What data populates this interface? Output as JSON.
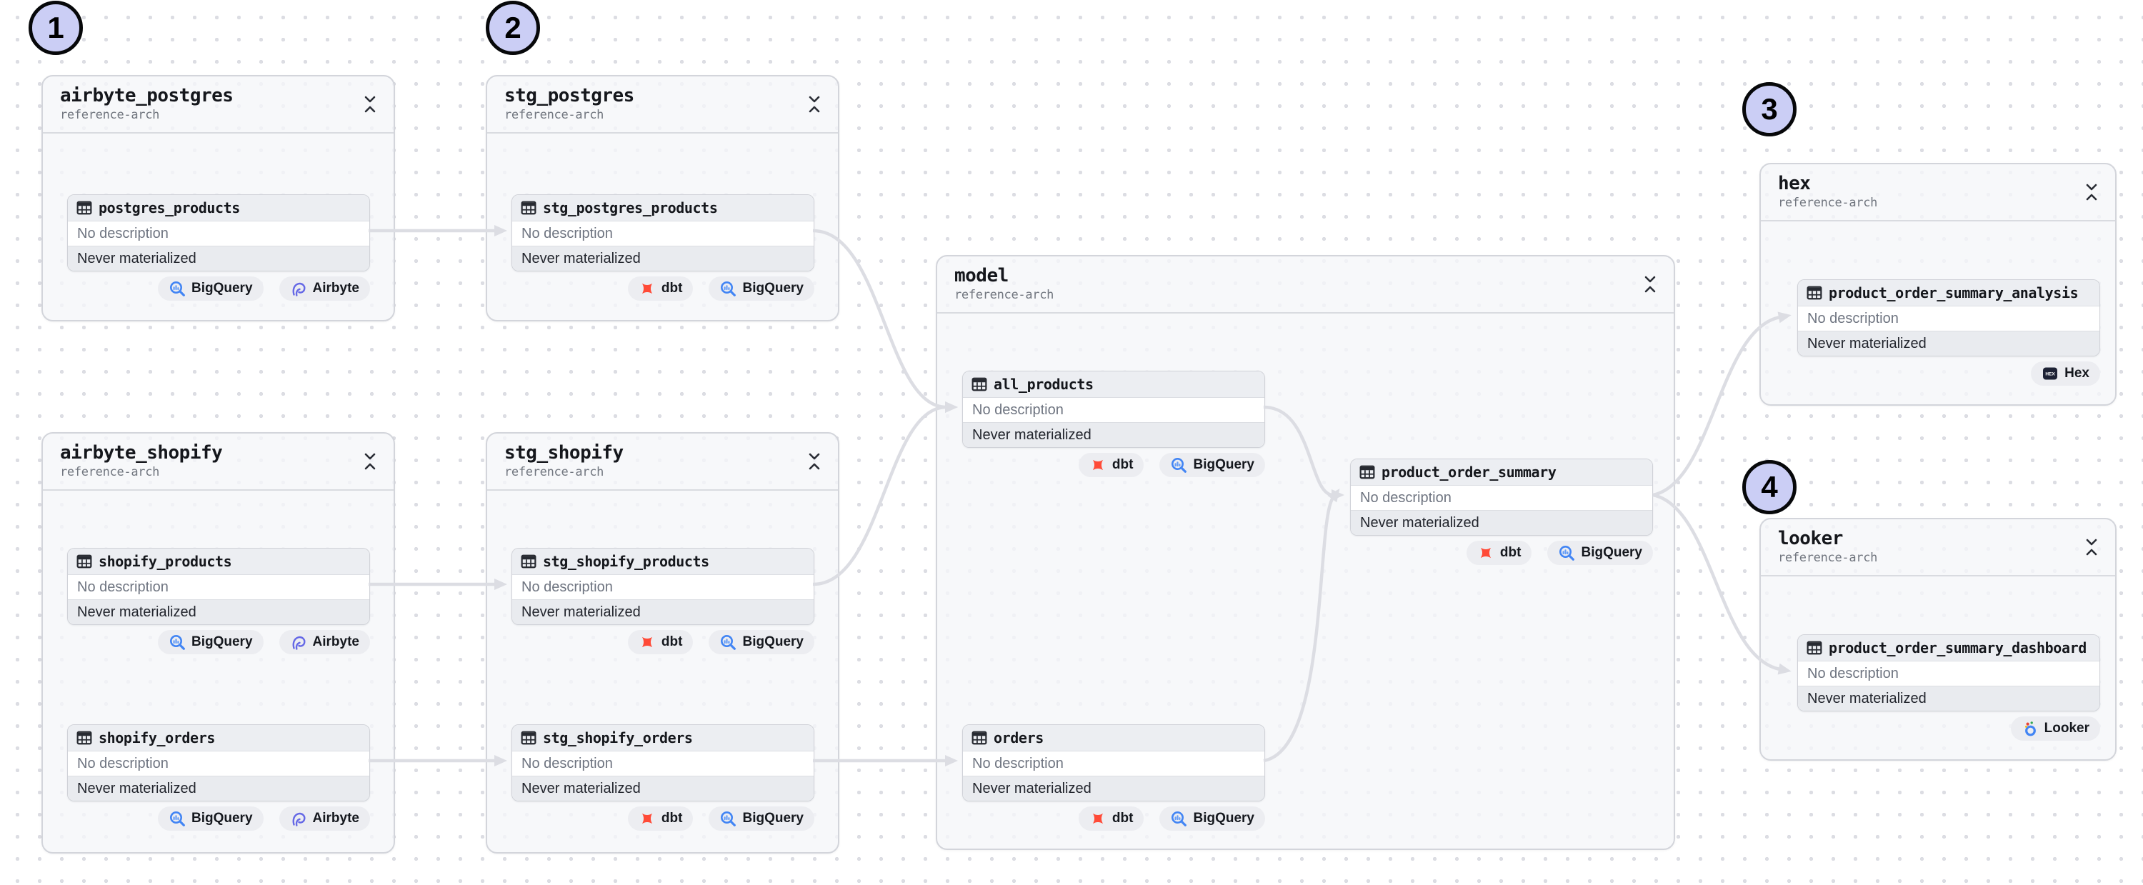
{
  "annotations": [
    {
      "label": "1"
    },
    {
      "label": "2"
    },
    {
      "label": "3"
    },
    {
      "label": "4"
    }
  ],
  "groups": [
    {
      "id": "airbyte_postgres",
      "title": "airbyte_postgres",
      "subtitle": "reference-arch",
      "assets": [
        {
          "name": "postgres_products",
          "description": "No description",
          "status": "Never materialized",
          "badges": [
            {
              "icon": "bigquery",
              "label": "BigQuery"
            },
            {
              "icon": "airbyte",
              "label": "Airbyte"
            }
          ]
        }
      ]
    },
    {
      "id": "stg_postgres",
      "title": "stg_postgres",
      "subtitle": "reference-arch",
      "assets": [
        {
          "name": "stg_postgres_products",
          "description": "No description",
          "status": "Never materialized",
          "badges": [
            {
              "icon": "dbt",
              "label": "dbt"
            },
            {
              "icon": "bigquery",
              "label": "BigQuery"
            }
          ]
        }
      ]
    },
    {
      "id": "airbyte_shopify",
      "title": "airbyte_shopify",
      "subtitle": "reference-arch",
      "assets": [
        {
          "name": "shopify_products",
          "description": "No description",
          "status": "Never materialized",
          "badges": [
            {
              "icon": "bigquery",
              "label": "BigQuery"
            },
            {
              "icon": "airbyte",
              "label": "Airbyte"
            }
          ]
        },
        {
          "name": "shopify_orders",
          "description": "No description",
          "status": "Never materialized",
          "badges": [
            {
              "icon": "bigquery",
              "label": "BigQuery"
            },
            {
              "icon": "airbyte",
              "label": "Airbyte"
            }
          ]
        }
      ]
    },
    {
      "id": "stg_shopify",
      "title": "stg_shopify",
      "subtitle": "reference-arch",
      "assets": [
        {
          "name": "stg_shopify_products",
          "description": "No description",
          "status": "Never materialized",
          "badges": [
            {
              "icon": "dbt",
              "label": "dbt"
            },
            {
              "icon": "bigquery",
              "label": "BigQuery"
            }
          ]
        },
        {
          "name": "stg_shopify_orders",
          "description": "No description",
          "status": "Never materialized",
          "badges": [
            {
              "icon": "dbt",
              "label": "dbt"
            },
            {
              "icon": "bigquery",
              "label": "BigQuery"
            }
          ]
        }
      ]
    },
    {
      "id": "model",
      "title": "model",
      "subtitle": "reference-arch",
      "assets": [
        {
          "name": "all_products",
          "description": "No description",
          "status": "Never materialized",
          "badges": [
            {
              "icon": "dbt",
              "label": "dbt"
            },
            {
              "icon": "bigquery",
              "label": "BigQuery"
            }
          ]
        },
        {
          "name": "orders",
          "description": "No description",
          "status": "Never materialized",
          "badges": [
            {
              "icon": "dbt",
              "label": "dbt"
            },
            {
              "icon": "bigquery",
              "label": "BigQuery"
            }
          ]
        },
        {
          "name": "product_order_summary",
          "description": "No description",
          "status": "Never materialized",
          "badges": [
            {
              "icon": "dbt",
              "label": "dbt"
            },
            {
              "icon": "bigquery",
              "label": "BigQuery"
            }
          ]
        }
      ]
    },
    {
      "id": "hex",
      "title": "hex",
      "subtitle": "reference-arch",
      "assets": [
        {
          "name": "product_order_summary_analysis",
          "description": "No description",
          "status": "Never materialized",
          "badges": [
            {
              "icon": "hex",
              "label": "Hex",
              "icon_text": "HEX"
            }
          ]
        }
      ]
    },
    {
      "id": "looker",
      "title": "looker",
      "subtitle": "reference-arch",
      "assets": [
        {
          "name": "product_order_summary_dashboard",
          "description": "No description",
          "status": "Never materialized",
          "badges": [
            {
              "icon": "looker",
              "label": "Looker"
            }
          ]
        }
      ]
    }
  ],
  "colors": {
    "edge": "#DCDDE3",
    "annotation_fill": "#CBCEF5",
    "dbt_orange": "#FF4A37",
    "airbyte_indigo": "#6568E6",
    "bigquery_blue": "#4285F4",
    "hex_navy": "#1D2235",
    "looker_blue": "#4285F4",
    "group_bg": "#F5F6F9",
    "card_header_bg": "#ECEEF2",
    "status_row_bg": "#E9EBEF"
  }
}
